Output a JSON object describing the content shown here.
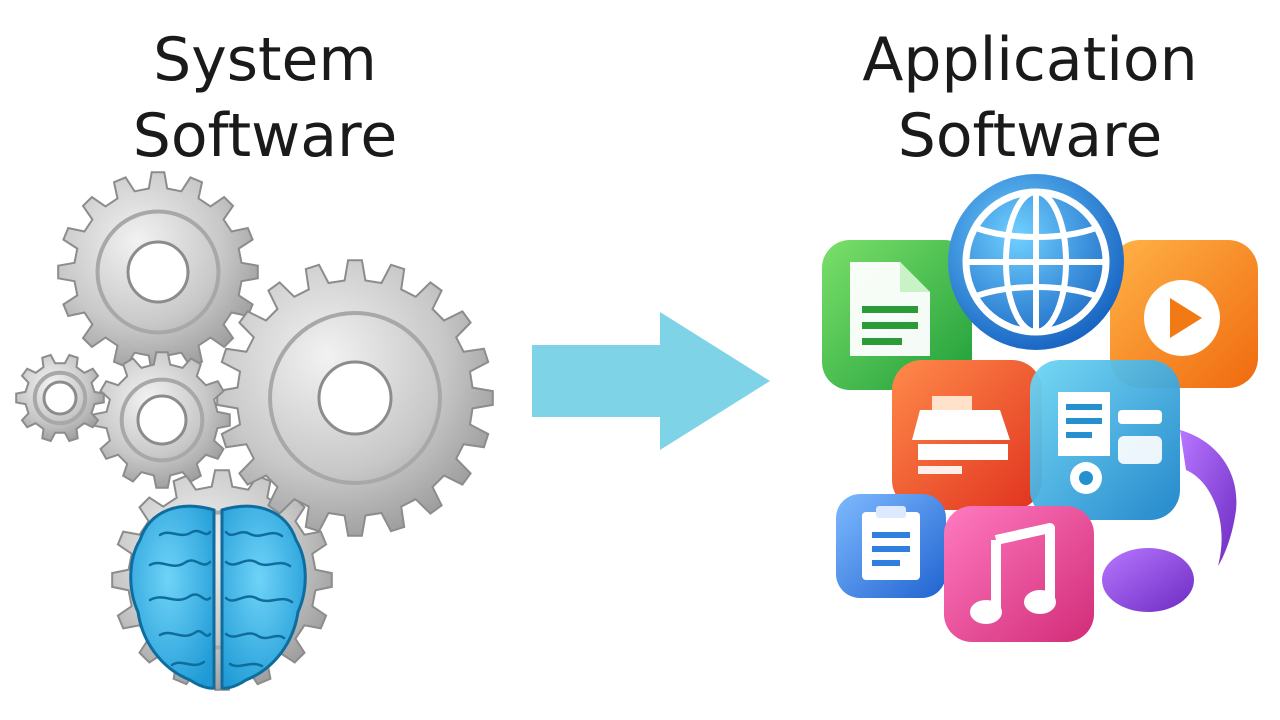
{
  "left_panel": {
    "title_line1": "System",
    "title_line2": "Software",
    "illustration": "gears-and-brain-icon"
  },
  "right_panel": {
    "title_line1": "Application",
    "title_line2": "Software",
    "illustration": "app-icons-cluster"
  },
  "connector": {
    "icon": "right-arrow-icon",
    "color": "#7fd3e6"
  },
  "colors": {
    "gear": "#b8b8b8",
    "brain": "#3bb4e5",
    "globe": "#1e73c8",
    "app_green": "#3ec24a",
    "app_orange": "#f58a1f",
    "app_red": "#f2522b",
    "app_teal": "#2aa6d9",
    "app_blue": "#2e7fe0",
    "app_pink": "#e53f8e",
    "app_purple": "#8a3fd1"
  }
}
